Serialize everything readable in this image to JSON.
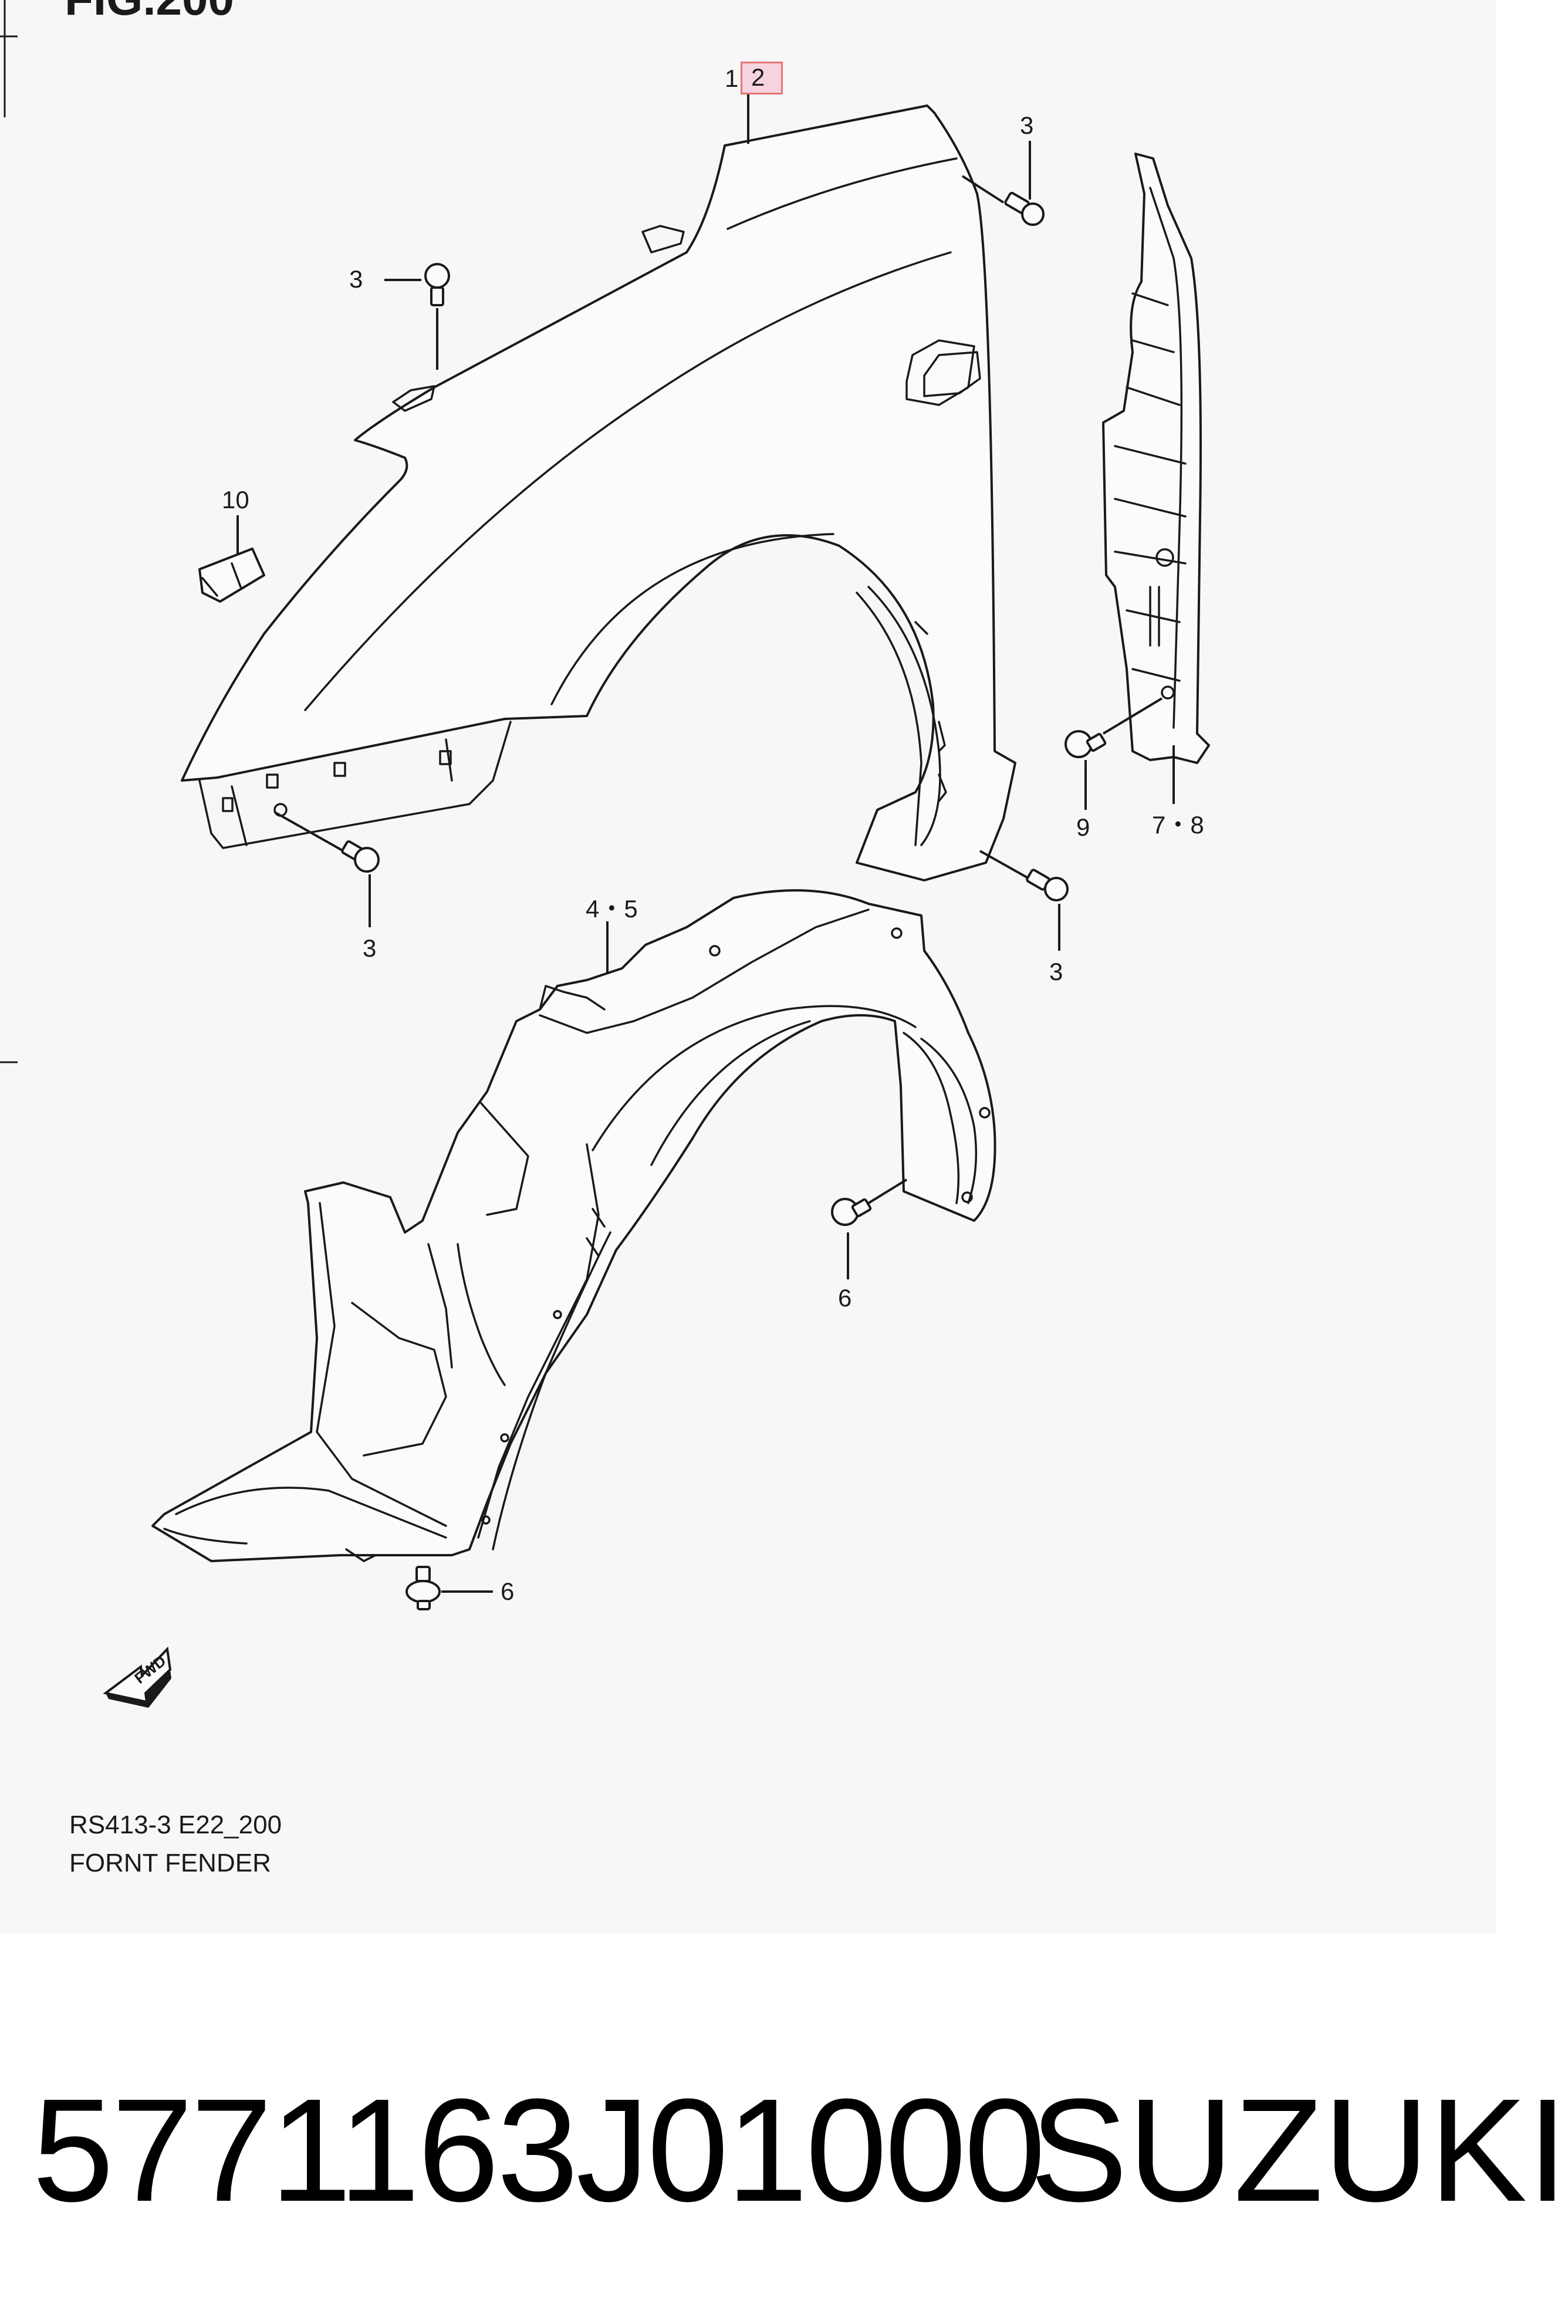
{
  "figure": {
    "title": "FIG.200"
  },
  "callouts": {
    "fender": "1",
    "fender_highlight": "2",
    "bolt_top_right": "3",
    "bolt_top_left": "3",
    "bolt_lower_left": "3",
    "bolt_lower_right": "3",
    "clip": "10",
    "liner": "4・5",
    "screw_liner": "6",
    "screw_liner_bottom": "6",
    "bracket": "7・8",
    "bracket_bolt": "9"
  },
  "direction_marker": "FWD",
  "diagram": {
    "code": "RS413-3 E22_200",
    "name": "FORNT FENDER"
  },
  "product": {
    "part_number": "5771163J01000",
    "brand": "SUZUKI"
  }
}
